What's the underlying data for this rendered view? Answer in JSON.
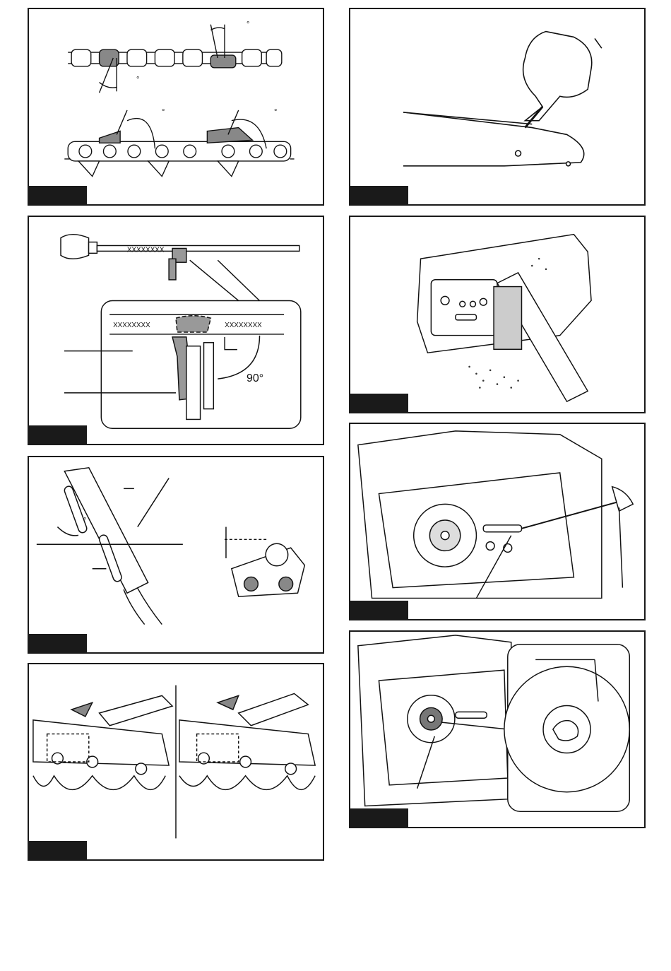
{
  "figures": [
    {
      "id": "fig-chain-angles",
      "degree_marks": [
        "°",
        "°",
        "°",
        "°"
      ]
    },
    {
      "id": "fig-bar-gauge"
    },
    {
      "id": "fig-file-90",
      "angle_label": "90°"
    },
    {
      "id": "fig-brush-cleaning"
    },
    {
      "id": "fig-file-holder",
      "degree_mark": "°"
    },
    {
      "id": "fig-oil-hole"
    },
    {
      "id": "fig-flat-file"
    },
    {
      "id": "fig-sprocket"
    }
  ]
}
